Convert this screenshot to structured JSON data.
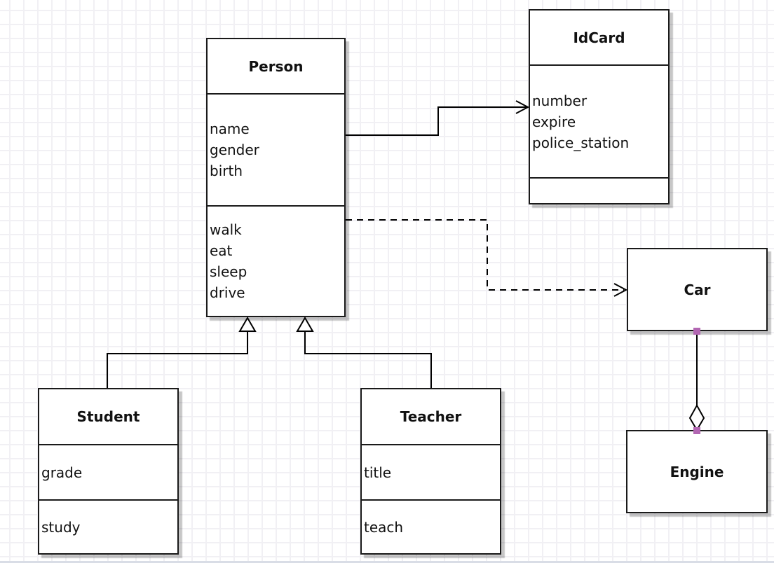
{
  "colors": {
    "box_border": "#1a1a1a",
    "box_fill": "#ffffff",
    "grid_line": "#f1f0f4",
    "connector_line": "#000000",
    "endpoint_handle": "#b266b2"
  },
  "classes": {
    "person": {
      "title": "Person",
      "attributes": [
        "name",
        "gender",
        "birth"
      ],
      "methods": [
        "walk",
        "eat",
        "sleep",
        "drive"
      ]
    },
    "idcard": {
      "title": "IdCard",
      "attributes": [
        "number",
        "expire",
        "police_station"
      ],
      "methods": []
    },
    "student": {
      "title": "Student",
      "attributes": [
        "grade"
      ],
      "methods": [
        "study"
      ]
    },
    "teacher": {
      "title": "Teacher",
      "attributes": [
        "title"
      ],
      "methods": [
        "teach"
      ]
    },
    "car": {
      "title": "Car",
      "attributes": [],
      "methods": []
    },
    "engine": {
      "title": "Engine",
      "attributes": [],
      "methods": []
    }
  },
  "relations": [
    {
      "from": "Person",
      "to": "IdCard",
      "type": "association",
      "style": "solid",
      "arrow": "open"
    },
    {
      "from": "Person",
      "to": "Car",
      "type": "dependency",
      "style": "dashed",
      "arrow": "open"
    },
    {
      "from": "Student",
      "to": "Person",
      "type": "generalization",
      "style": "solid",
      "arrow": "hollow-triangle"
    },
    {
      "from": "Teacher",
      "to": "Person",
      "type": "generalization",
      "style": "solid",
      "arrow": "hollow-triangle"
    },
    {
      "from": "Car",
      "to": "Engine",
      "type": "aggregation",
      "style": "solid",
      "arrow": "hollow-diamond"
    }
  ]
}
